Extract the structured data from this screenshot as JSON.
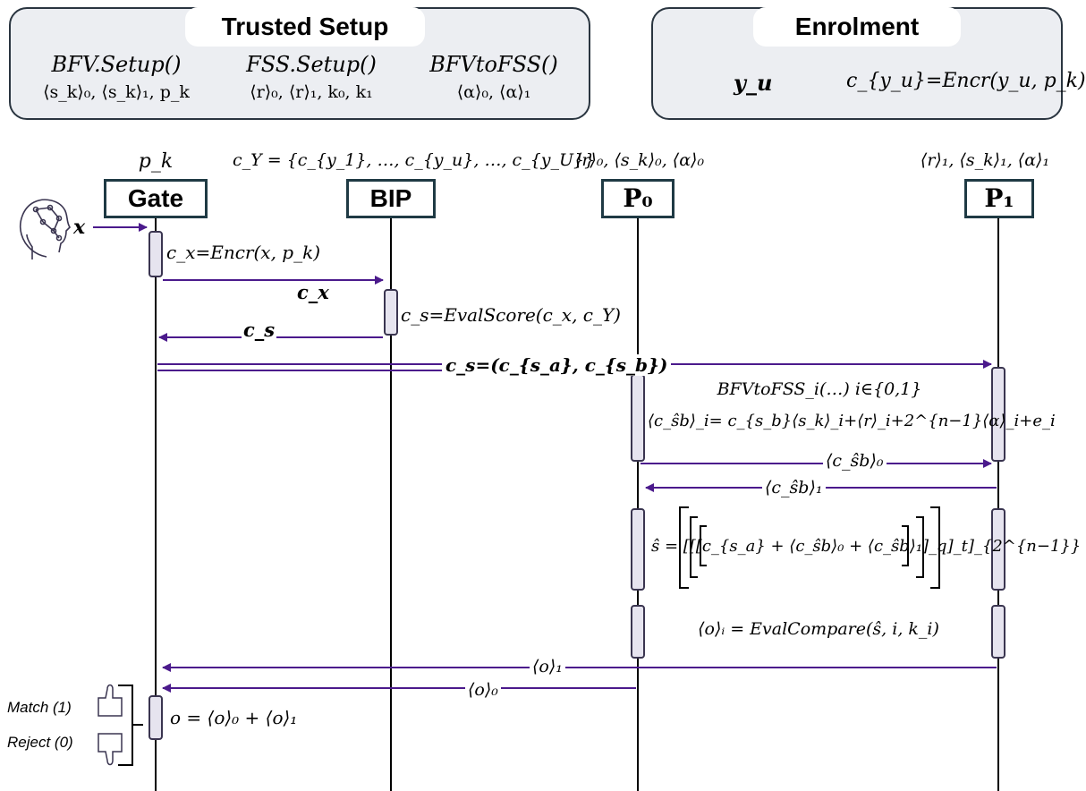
{
  "trusted_setup": {
    "title": "Trusted Setup",
    "bfv_setup_name": "BFV.Setup()",
    "bfv_setup_out": "⟨s_k⟩₀, ⟨s_k⟩₁, p_k",
    "fss_setup_name": "FSS.Setup()",
    "fss_setup_out": "⟨r⟩₀, ⟨r⟩₁, k₀, k₁",
    "bfvtofss_name": "BFVtoFSS()",
    "bfvtofss_out": "⟨α⟩₀, ⟨α⟩₁"
  },
  "enrolment": {
    "title": "Enrolment",
    "template": "y_u",
    "encrypted": "c_{y_u}=Encr(y_u, p_k)"
  },
  "parties": {
    "gate": {
      "label": "Gate",
      "key": "p_k"
    },
    "bip": {
      "label": "BIP",
      "key": "c_Y = {c_{y_1}, …, c_{y_u}, …, c_{y_U}}"
    },
    "p0": {
      "label": "P₀",
      "key": "⟨r⟩₀, ⟨s_k⟩₀, ⟨α⟩₀"
    },
    "p1": {
      "label": "P₁",
      "key": "⟨r⟩₁, ⟨s_k⟩₁, ⟨α⟩₁"
    }
  },
  "probe": "x",
  "steps": {
    "encrypt_probe": "c_x=Encr(x, p_k)",
    "send_cx": "c_x",
    "eval_score": "c_s=EvalScore(c_x, c_Y)",
    "return_cs": "c_s",
    "split_cs": "c_s=(c_{s_a}, c_{s_b})",
    "bfvtofss_call": "BFVtoFSS_i(…)   i∈{0,1}",
    "share_formula": "⟨c_ŝb⟩_i= c_{s_b}⟨s_k⟩_i+⟨r⟩_i+2^{n−1}⟨α⟩_i+e_i",
    "msg_to_p1": "⟨c_ŝb⟩₀",
    "msg_to_p0": "⟨c_ŝb⟩₁",
    "reconstruct": "ŝ = [[[c_{s_a} + ⟨c_ŝb⟩₀ + ⟨c_ŝb⟩₁]_q]_t]_{2^{n−1}}",
    "compare": "⟨o⟩ᵢ = EvalCompare(ŝ, i, k_i)",
    "result_from_p1": "⟨o⟩₁",
    "result_from_p0": "⟨o⟩₀",
    "final": "o = ⟨o⟩₀ + ⟨o⟩₁"
  },
  "outcomes": {
    "match": "Match (1)",
    "reject": "Reject (0)"
  },
  "colors": {
    "arrow": "#4b1a8c",
    "lifeline": "#000000",
    "panel_bg": "#eceef2",
    "box_border": "#1f3a44"
  }
}
